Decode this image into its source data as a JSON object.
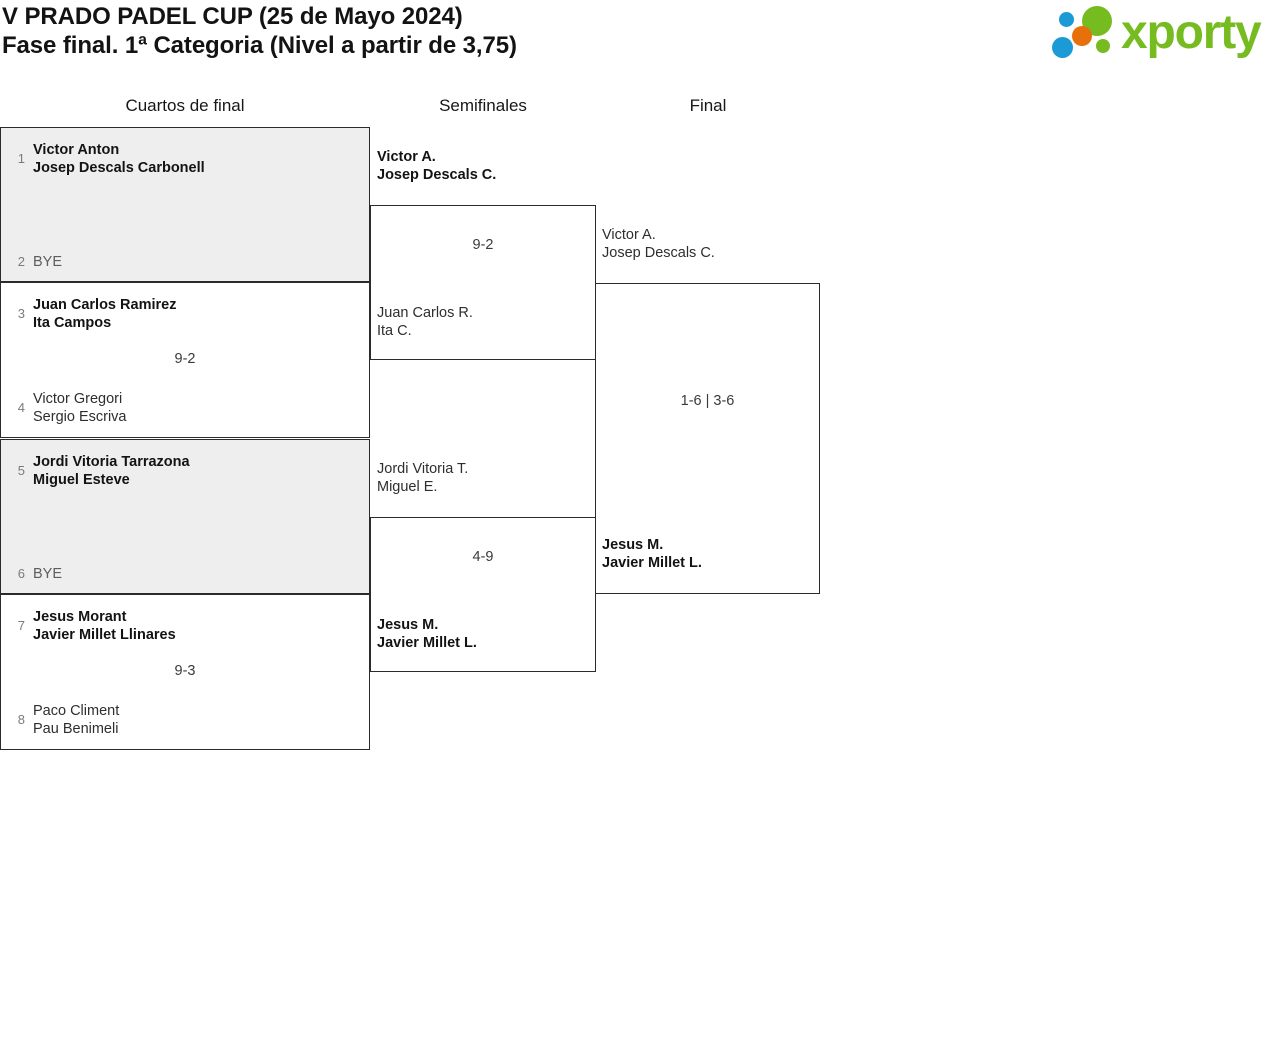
{
  "header": {
    "title_line1": "V PRADO PADEL CUP (25 de Mayo 2024)",
    "title_line2": "Fase final. 1ª Categoria (Nivel a partir de 3,75)",
    "logo": {
      "wordmark": "xporty",
      "colors": {
        "green": "#76bc21",
        "orange": "#e8700a",
        "blue": "#1b9ad6"
      }
    }
  },
  "rounds": {
    "quarterfinals_label": "Cuartos de final",
    "semifinals_label": "Semifinales",
    "final_label": "Final"
  },
  "colors": {
    "bye_background": "#eeeeee",
    "border": "#2b2b2b",
    "text": "#2e2e2e",
    "seed_text": "#7b7b7b"
  },
  "quarterfinals": [
    {
      "id": "qf1",
      "is_bye_match": true,
      "score": "",
      "top": {
        "seed": "1",
        "player1": "Victor Anton",
        "player2": "Josep Descals Carbonell",
        "winner": true
      },
      "bottom": {
        "seed": "2",
        "player1": "BYE",
        "player2": "",
        "winner": false
      }
    },
    {
      "id": "qf2",
      "is_bye_match": false,
      "score": "9-2",
      "top": {
        "seed": "3",
        "player1": "Juan Carlos Ramirez",
        "player2": "Ita Campos",
        "winner": true
      },
      "bottom": {
        "seed": "4",
        "player1": "Victor Gregori",
        "player2": "Sergio Escriva",
        "winner": false
      }
    },
    {
      "id": "qf3",
      "is_bye_match": true,
      "score": "",
      "top": {
        "seed": "5",
        "player1": "Jordi Vitoria Tarrazona",
        "player2": "Miguel Esteve",
        "winner": true
      },
      "bottom": {
        "seed": "6",
        "player1": "BYE",
        "player2": "",
        "winner": false
      }
    },
    {
      "id": "qf4",
      "is_bye_match": false,
      "score": "9-3",
      "top": {
        "seed": "7",
        "player1": "Jesus Morant",
        "player2": "Javier Millet Llinares",
        "winner": true
      },
      "bottom": {
        "seed": "8",
        "player1": "Paco Climent",
        "player2": "Pau Benimeli",
        "winner": false
      }
    }
  ],
  "semifinals": [
    {
      "id": "sf1",
      "score": "9-2",
      "top": {
        "player1": "Victor A.",
        "player2": "Josep Descals C.",
        "winner": true
      },
      "bottom": {
        "player1": "Juan Carlos R.",
        "player2": "Ita C.",
        "winner": false
      }
    },
    {
      "id": "sf2",
      "score": "4-9",
      "top": {
        "player1": "Jordi Vitoria T.",
        "player2": "Miguel E.",
        "winner": false
      },
      "bottom": {
        "player1": "Jesus M.",
        "player2": "Javier Millet L.",
        "winner": true
      }
    }
  ],
  "final": {
    "id": "final",
    "score": "1-6 | 3-6",
    "top": {
      "player1": "Victor A.",
      "player2": "Josep Descals C.",
      "winner": false
    },
    "bottom": {
      "player1": "Jesus M.",
      "player2": "Javier Millet L.",
      "winner": true
    }
  }
}
